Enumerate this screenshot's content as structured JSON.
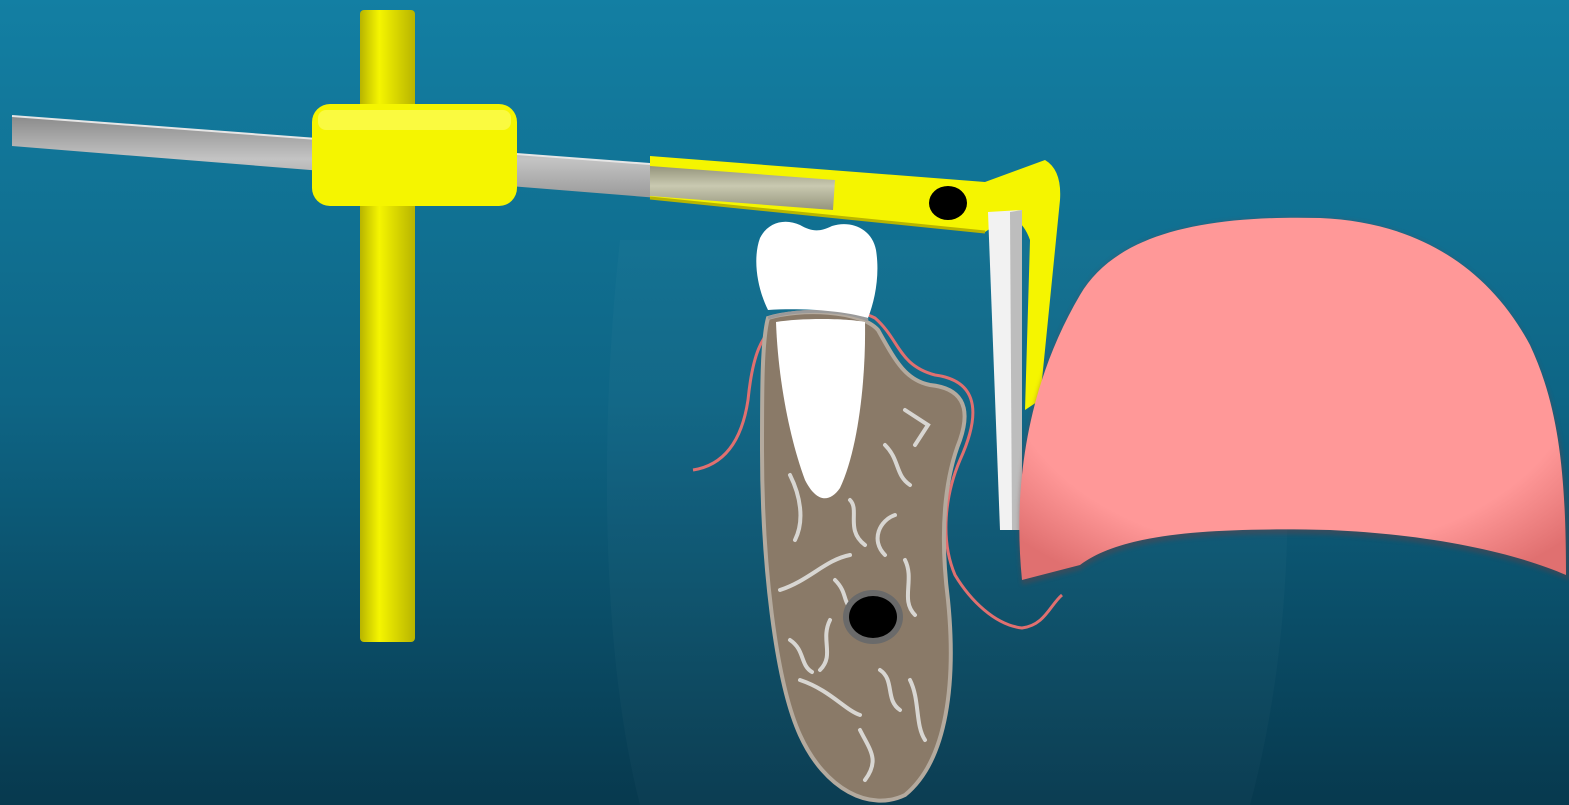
{
  "scene": {
    "colors": {
      "background_top": "#137fa3",
      "background_mid": "#0e6585",
      "background_bottom": "#07394e",
      "caliper_yellow": "#f5f500",
      "caliper_yellow_shade": "#b8b400",
      "rod_gray": "#c4c4c4",
      "rod_gray_dark": "#8a8a8a",
      "tooth_white": "#ffffff",
      "bone_brown": "#8a7a68",
      "bone_outline": "#b4aa9e",
      "trabecula_line": "#d8d6d2",
      "gingiva_pink": "#ff9898",
      "gingiva_line": "#e07070",
      "hole_black": "#000000"
    },
    "elements": {
      "vertical_beam": "yellow-vertical-beam",
      "slider_block": "yellow-slider-block",
      "horizontal_rod": "gray-horizontal-rod",
      "caliper_arm": "yellow-caliper-arm",
      "caliper_pin": "caliper-pivot-hole",
      "measuring_blade": "white-measuring-blade",
      "tooth_crown": "tooth-crown",
      "tooth_root": "tooth-root",
      "alveolar_bone": "alveolar-bone-section",
      "bone_hole": "bone-canal-hole",
      "gingiva_outline": "gingiva-outline",
      "tongue": "pink-tongue-shape"
    }
  }
}
